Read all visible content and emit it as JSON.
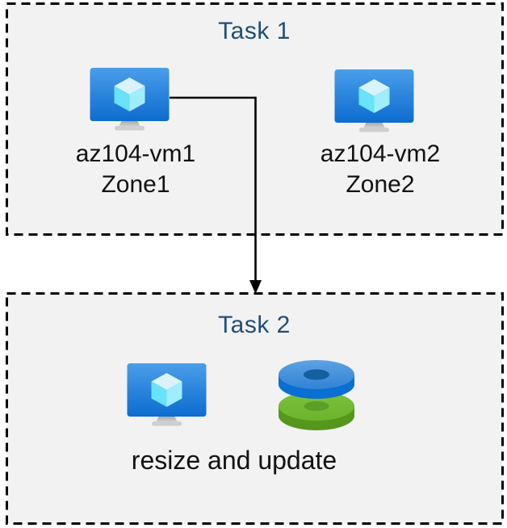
{
  "colors": {
    "page_bg": "#ffffff",
    "box_fill": "#f2f2f2",
    "box_border": "#000000",
    "title_text": "#1f4e79",
    "label_text": "#111111",
    "arrow": "#000000",
    "vm_screen_top": "#4598e8",
    "vm_screen_bottom": "#0d6cd0",
    "vm_cube_light": "#d9f3fd",
    "disk_blue": "#0a6fd2",
    "disk_green": "#72bb33"
  },
  "task1": {
    "title": "Task 1",
    "vms": [
      {
        "name": "az104-vm1",
        "zone": "Zone1",
        "icon": "virtual-machine-icon"
      },
      {
        "name": "az104-vm2",
        "zone": "Zone2",
        "icon": "virtual-machine-icon"
      }
    ]
  },
  "task2": {
    "title": "Task 2",
    "caption": "resize and update",
    "icons": [
      "virtual-machine-icon",
      "managed-disk-icon"
    ]
  },
  "arrow": {
    "from": "az104-vm1",
    "to": "Task 2"
  }
}
